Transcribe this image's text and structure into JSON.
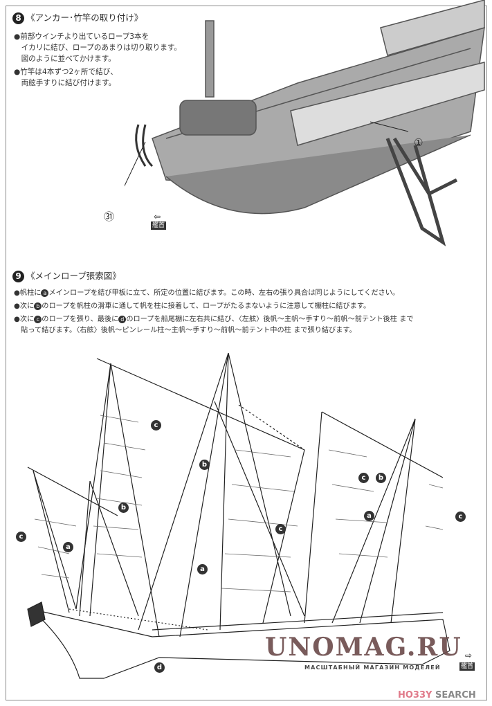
{
  "step8": {
    "number": "8",
    "title": "《アンカー･竹竿の取り付け》",
    "bullets": [
      "●前部ウインチより出ているロープ3本を",
      "　イカリに結び、ロープのあまりは切り取ります。",
      "　図のように並べてかけます。",
      "●竹竿は4本ずつ2ヶ所で結び、",
      "　両舷手すりに結び付けます。"
    ],
    "callout_part1": "①",
    "callout_part31": "㉛",
    "bow_label": "艦首"
  },
  "step9": {
    "number": "9",
    "title": "《メインロープ張索図》",
    "line1_a": "●帆柱に",
    "line1_b": "メインロープを結び甲板に立て、所定の位置に結びます。この時、左右の張り具合は同じようにしてください。",
    "line2_a": "●次に",
    "line2_b": "のロープを帆柱の滑車に通して帆を柱に接着して、ロープがたるまないように注意して棚柱に結びます。",
    "line3_a": "●次に",
    "line3_b": "のロープを張り、最後に",
    "line3_c": "のロープを船尾棚に左右共に結び、〈左舷〉後帆～主帆～手すり～前帆～前テント後柱 まで",
    "line4": "　貼って結びます。〈右舷〉後帆～ピンレール柱～主帆～手すり～前帆～前テント中の柱 まで張り結びます。",
    "labels": {
      "a": "a",
      "b": "b",
      "c": "c",
      "d": "d"
    },
    "bow_label": "艦首"
  },
  "watermark": {
    "main": "UNOMAG.RU",
    "sub": "МАСШТАБНЫЙ МАГАЗИН МОДЕЛЕЙ"
  },
  "footer": {
    "brand_a": "HO33Y",
    "brand_b": " SEARCH"
  }
}
